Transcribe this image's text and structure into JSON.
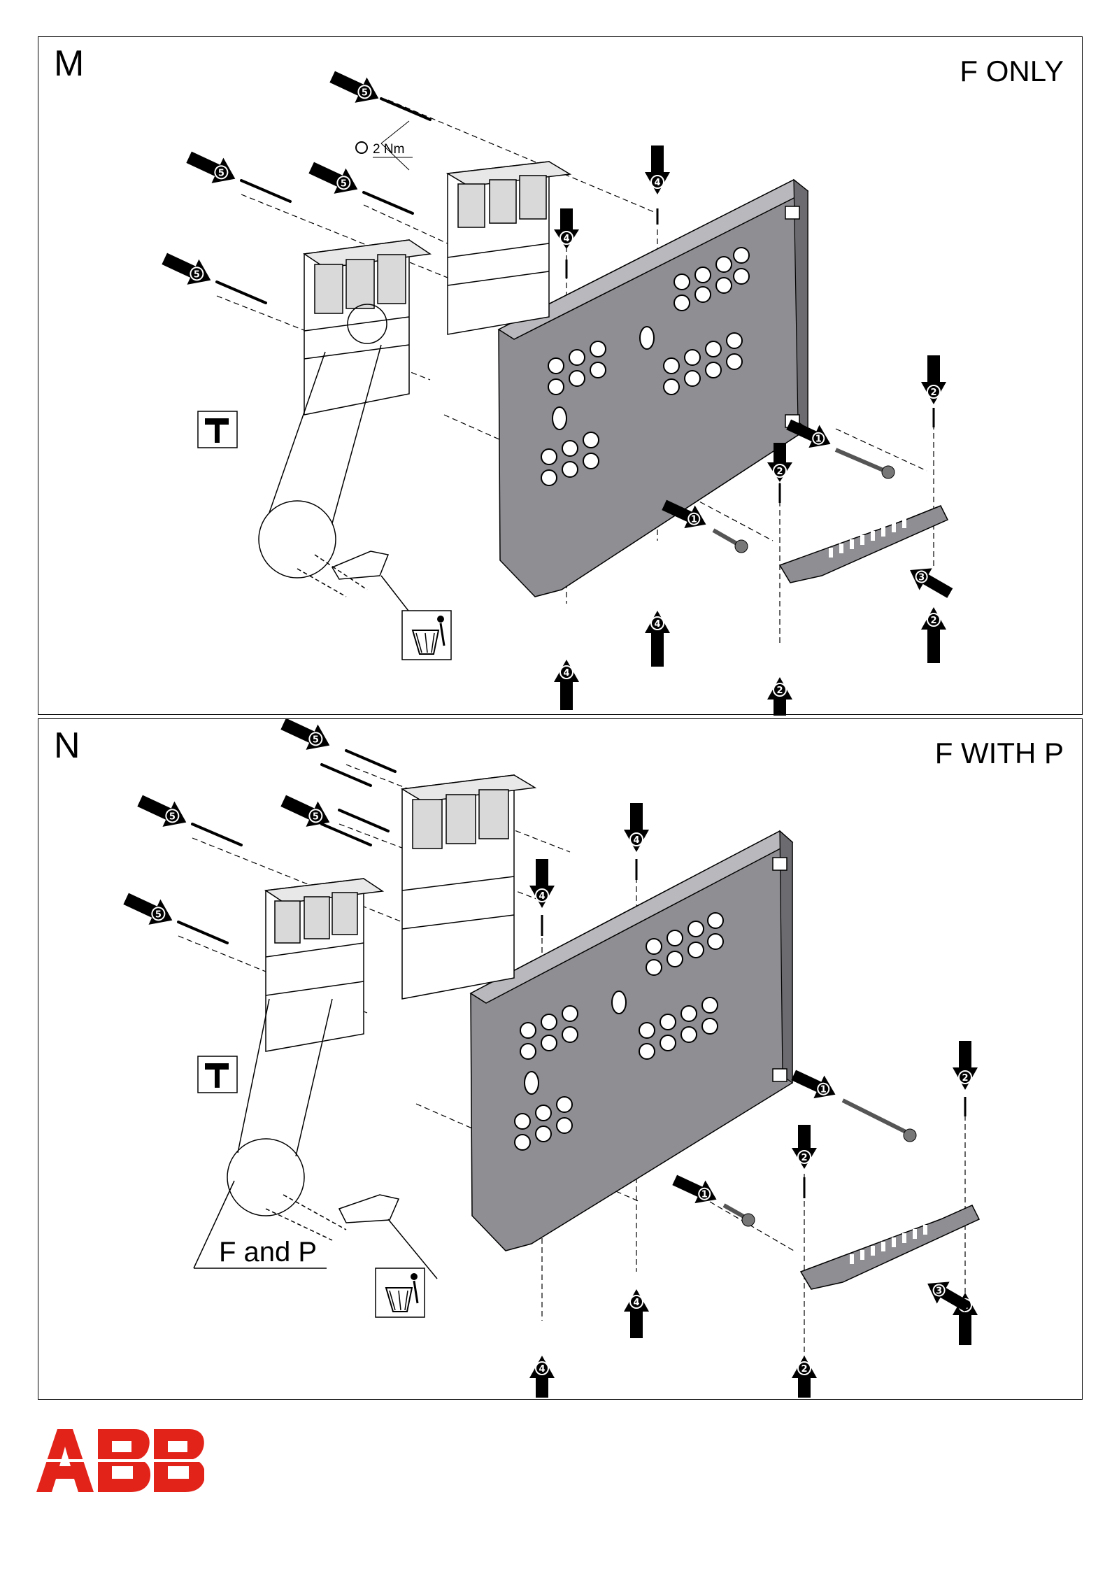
{
  "panels": [
    {
      "letter": "M",
      "title": "F ONLY",
      "torque_label": "2 Nm",
      "steps": [
        "5",
        "5",
        "5",
        "5",
        "4",
        "4",
        "4",
        "4",
        "2",
        "2",
        "2",
        "2",
        "1",
        "1",
        "3"
      ]
    },
    {
      "letter": "N",
      "title": "F WITH P",
      "callout_label": "F and P",
      "steps": [
        "5",
        "5",
        "5",
        "5",
        "4",
        "4",
        "4",
        "4",
        "2",
        "2",
        "2",
        "2",
        "1",
        "1",
        "3"
      ]
    }
  ],
  "brand": {
    "name": "ABB",
    "color": "#e2231a"
  },
  "icons": [
    "hammer-icon",
    "trash-bin-icon"
  ]
}
